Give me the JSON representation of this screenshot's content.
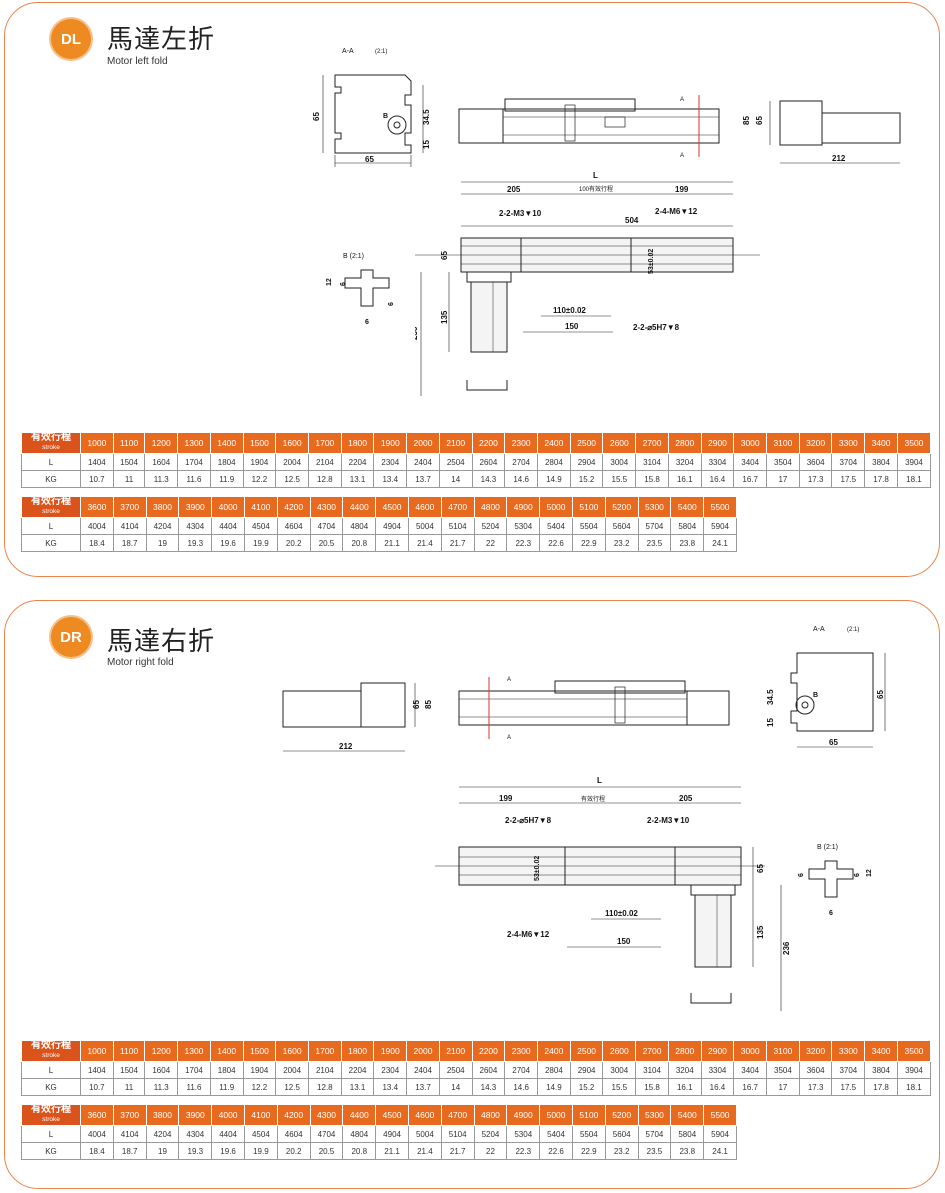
{
  "sections": {
    "left": {
      "badge": "DL",
      "title_cn": "馬達左折",
      "title_en": "Motor left fold"
    },
    "right": {
      "badge": "DR",
      "title_cn": "馬達右折",
      "title_en": "Motor right fold"
    }
  },
  "drawing": {
    "aa_label": "A-A",
    "aa_scale": "(2:1)",
    "b_label": "B",
    "b_detail": "B (2:1)",
    "a_mark": "A",
    "L": "L",
    "dim_205": "205",
    "dim_199": "199",
    "stroke_cn": "有效行程",
    "stroke_cn_100": "100有效行程",
    "dim_504": "504",
    "dim_110": "110±0.02",
    "dim_150": "150",
    "dim_236": "236",
    "dim_135": "135",
    "dim_65": "65",
    "dim_85": "85",
    "dim_212": "212",
    "dim_345": "34.5",
    "dim_15": "15",
    "dim_12": "12",
    "dim_6": "6",
    "dim_53": "53±0.02",
    "note_m3": "2-2-M3▼10",
    "note_m6": "2-4-M6▼12",
    "note_h7": "2-2-⌀5H7▼8"
  },
  "table": {
    "label_cn": "有效行程",
    "label_en": "stroke",
    "row_L": "L",
    "row_KG": "KG",
    "row1": {
      "stroke": [
        "1000",
        "1100",
        "1200",
        "1300",
        "1400",
        "1500",
        "1600",
        "1700",
        "1800",
        "1900",
        "2000",
        "2100",
        "2200",
        "2300",
        "2400",
        "2500",
        "2600",
        "2700",
        "2800",
        "2900",
        "3000",
        "3100",
        "3200",
        "3300",
        "3400",
        "3500"
      ],
      "L": [
        "1404",
        "1504",
        "1604",
        "1704",
        "1804",
        "1904",
        "2004",
        "2104",
        "2204",
        "2304",
        "2404",
        "2504",
        "2604",
        "2704",
        "2804",
        "2904",
        "3004",
        "3104",
        "3204",
        "3304",
        "3404",
        "3504",
        "3604",
        "3704",
        "3804",
        "3904"
      ],
      "KG": [
        "10.7",
        "11",
        "11.3",
        "11.6",
        "11.9",
        "12.2",
        "12.5",
        "12.8",
        "13.1",
        "13.4",
        "13.7",
        "14",
        "14.3",
        "14.6",
        "14.9",
        "15.2",
        "15.5",
        "15.8",
        "16.1",
        "16.4",
        "16.7",
        "17",
        "17.3",
        "17.5",
        "17.8",
        "18.1"
      ]
    },
    "row2": {
      "stroke": [
        "3600",
        "3700",
        "3800",
        "3900",
        "4000",
        "4100",
        "4200",
        "4300",
        "4400",
        "4500",
        "4600",
        "4700",
        "4800",
        "4900",
        "5000",
        "5100",
        "5200",
        "5300",
        "5400",
        "5500"
      ],
      "L": [
        "4004",
        "4104",
        "4204",
        "4304",
        "4404",
        "4504",
        "4604",
        "4704",
        "4804",
        "4904",
        "5004",
        "5104",
        "5204",
        "5304",
        "5404",
        "5504",
        "5604",
        "5704",
        "5804",
        "5904"
      ],
      "KG": [
        "18.4",
        "18.7",
        "19",
        "19.3",
        "19.6",
        "19.9",
        "20.2",
        "20.5",
        "20.8",
        "21.1",
        "21.4",
        "21.7",
        "22",
        "22.3",
        "22.6",
        "22.9",
        "23.2",
        "23.5",
        "23.8",
        "24.1"
      ]
    }
  }
}
